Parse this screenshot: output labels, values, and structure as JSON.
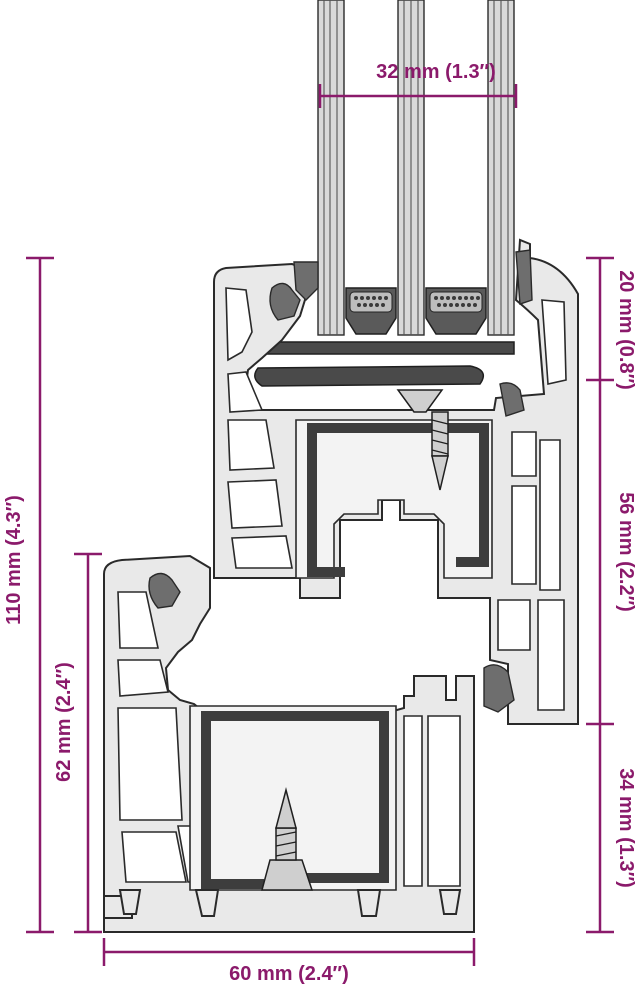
{
  "dimensions": {
    "glass_width": "32 mm (1.3″)",
    "total_height": "110 mm (4.3″)",
    "frame_height": "62 mm (2.4″)",
    "frame_width": "60 mm (2.4″)",
    "top_offset": "20 mm (0.8″)",
    "sash_height": "56 mm (2.2″)",
    "bottom_offset": "34 mm (1.3″)"
  },
  "colors": {
    "dimension": "#8b1a6b",
    "profile": "#e9e9e9",
    "reinforcement": "#3d3d3d"
  }
}
